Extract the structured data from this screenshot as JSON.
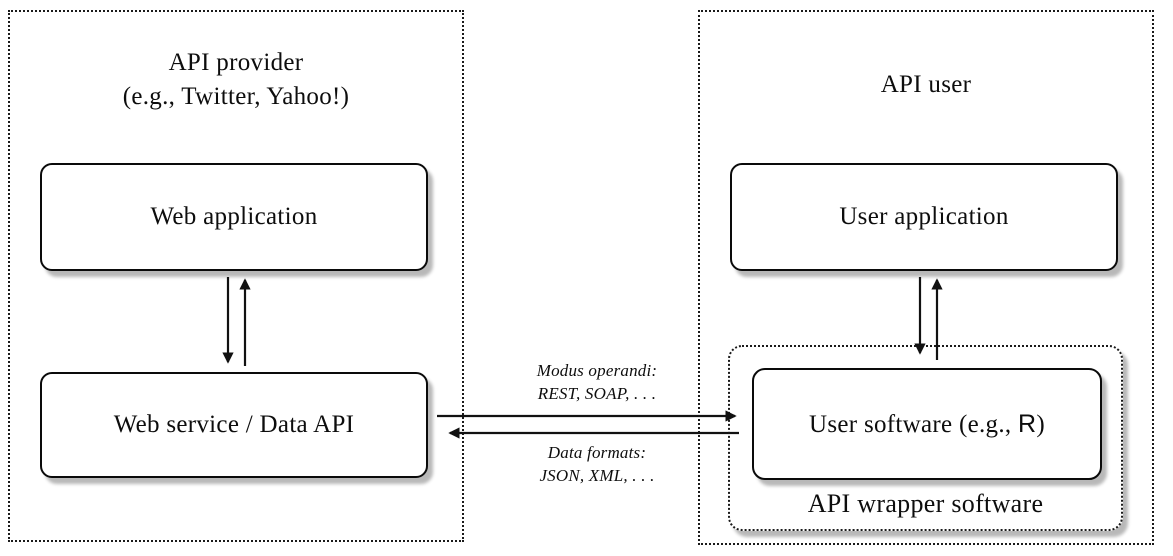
{
  "provider": {
    "title_line1": "API provider",
    "title_line2": "(e.g., Twitter, Yahoo!)",
    "web_application_label": "Web application",
    "web_service_label": "Web service / Data API"
  },
  "user": {
    "title": "API user",
    "user_application_label": "User application",
    "user_software_prefix": "User software (e.g., ",
    "user_software_r": "R",
    "user_software_suffix": ")",
    "wrapper_label": "API wrapper software"
  },
  "connection": {
    "modus_label": "Modus operandi:",
    "modus_values": "REST, SOAP, . . .",
    "formats_label": "Data formats:",
    "formats_values": "JSON, XML, . . ."
  },
  "colors": {
    "line": "#111111",
    "border": "#0a0a0a",
    "shadow": "#b8b8b8",
    "background": "#ffffff"
  }
}
